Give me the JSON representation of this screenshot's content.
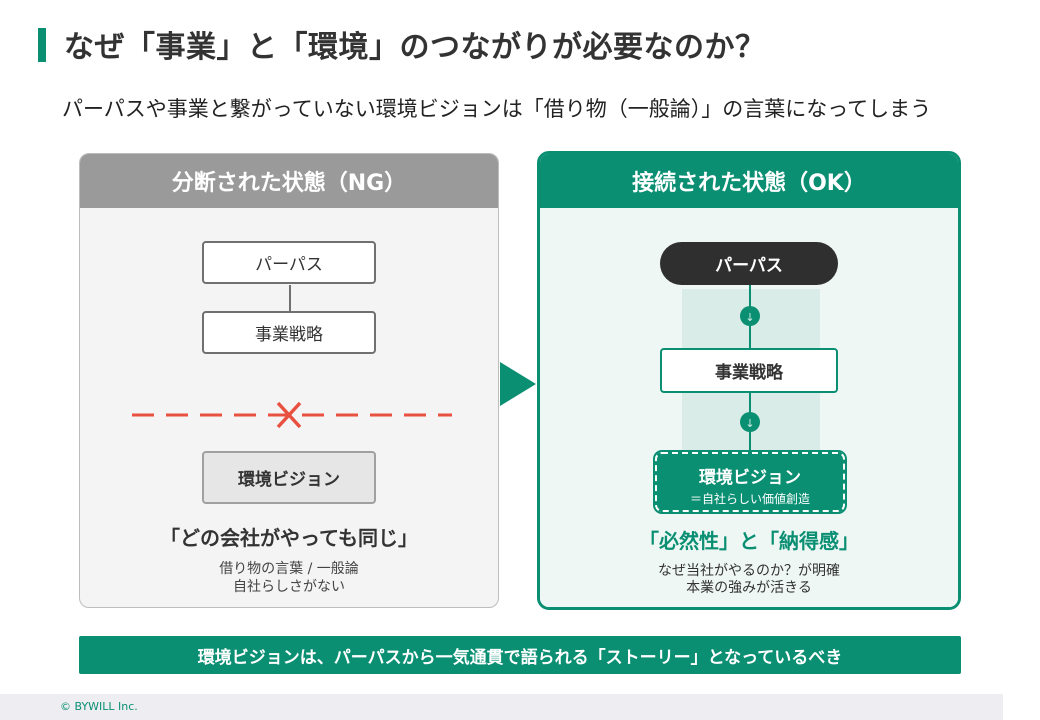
{
  "header": {
    "title": "なぜ「事業」と「環境」のつながりが必要なのか？",
    "subtitle": "パーパスや事業と繋がっていない環境ビジョンは「借り物（一般論）」の言葉になってしまう"
  },
  "ng_panel": {
    "heading": "分断された状態（NG）",
    "box_purpose": "パーパス",
    "box_strategy": "事業戦略",
    "box_vision": "環境ビジョン",
    "quote": "「どの会社がやっても同じ」",
    "note_line1": "借り物の言葉 / 一般論",
    "note_line2": "自社らしさがない"
  },
  "ok_panel": {
    "heading": "接続された状態（OK）",
    "pill_purpose": "パーパス",
    "box_strategy": "事業戦略",
    "vision_title": "環境ビジョン",
    "vision_sub": "＝自社らしい価値創造",
    "arrow_glyph": "↓",
    "quote": "「必然性」と「納得感」",
    "note_line1": "なぜ当社がやるのか？が明確",
    "note_line2": "本業の強みが活きる"
  },
  "banner": {
    "text": "環境ビジョンは、パーパスから一気通貫で語られる「ストーリー」となっているべき"
  },
  "footer": {
    "copyright": "© BYWILL Inc."
  },
  "colors": {
    "accent": "#0a8f73",
    "ng_header": "#9a9a9a",
    "cut_line": "#e8503f",
    "dark_pill": "#2f2f2f"
  }
}
